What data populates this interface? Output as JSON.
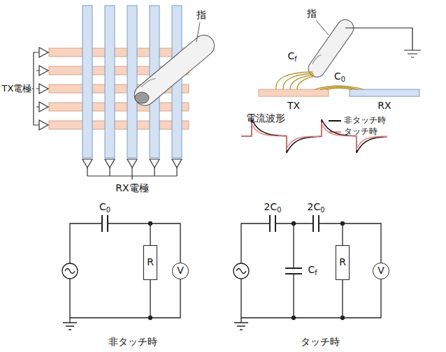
{
  "diagram": {
    "nodes": [
      {
        "text": [
          "TX"
        ]
      },
      {
        "text": [
          "RX"
        ]
      },
      {
        "text": [
          "R"
        ]
      },
      {
        "text": [
          "V"
        ]
      },
      {
        "text": [
          "R"
        ]
      },
      {
        "text": [
          "V"
        ]
      }
    ],
    "labels": [
      "指",
      "TX電極",
      "RX電極",
      "指",
      "Cf",
      "C0",
      "電流波形",
      "C0",
      "2C0",
      "2C0",
      "Cf",
      "非タッチ時",
      "タッチ時"
    ],
    "legend": [
      {
        "text": "非タッチ時"
      },
      {
        "text": "タッチ時"
      }
    ]
  }
}
